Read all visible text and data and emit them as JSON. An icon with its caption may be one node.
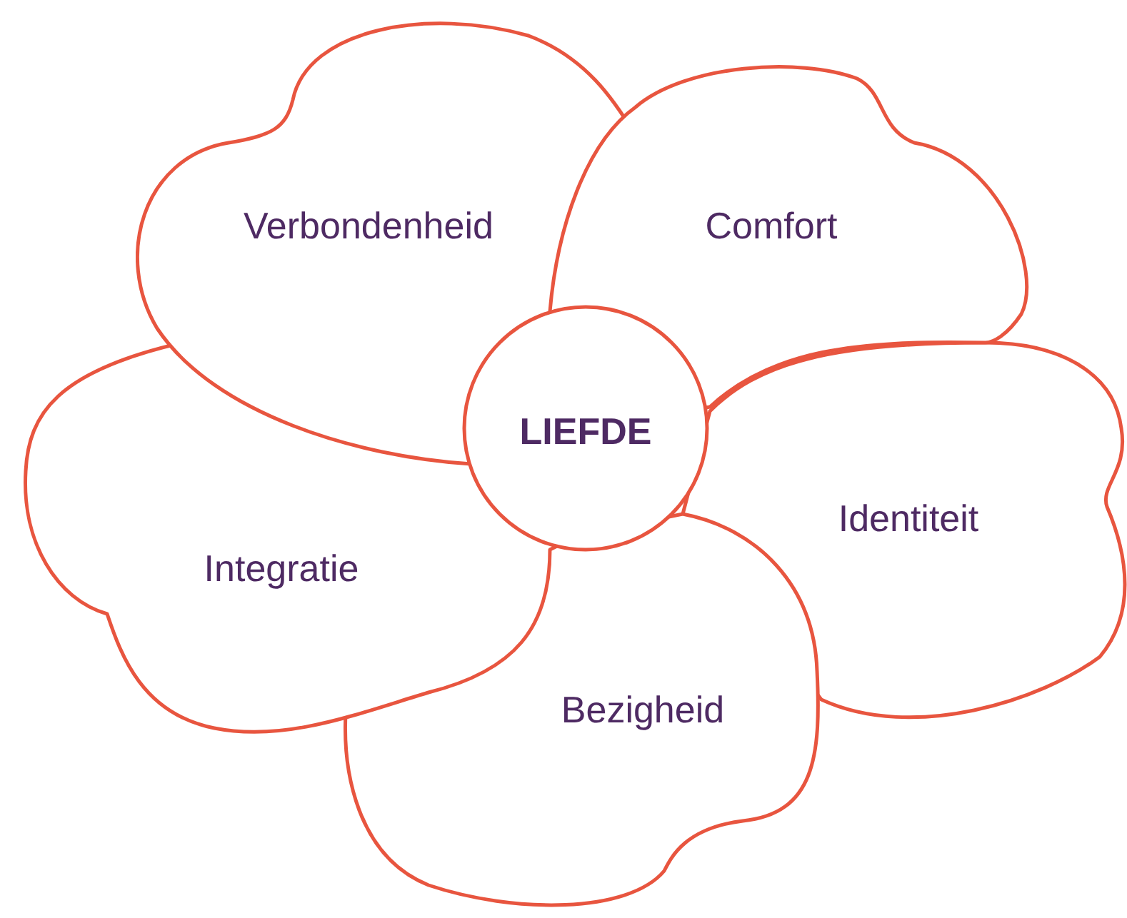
{
  "diagram": {
    "nodes": [
      {
        "text": [
          "Verbondenheid"
        ]
      },
      {
        "text": [
          "Comfort"
        ]
      },
      {
        "text": [
          "LIEFDE"
        ]
      },
      {
        "text": [
          "Identiteit"
        ]
      },
      {
        "text": [
          "Integratie"
        ]
      },
      {
        "text": [
          "Bezigheid"
        ]
      }
    ]
  }
}
